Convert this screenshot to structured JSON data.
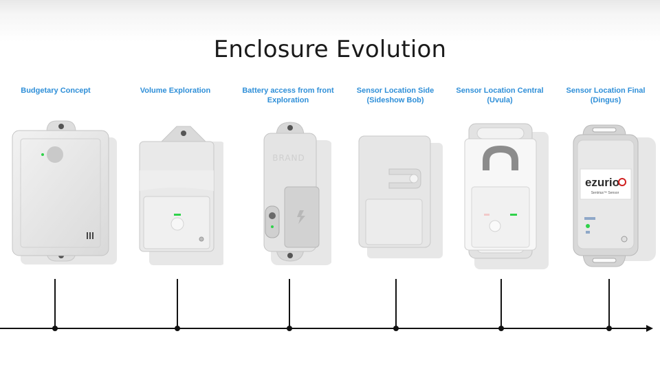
{
  "slide": {
    "title": "Enclosure Evolution"
  },
  "stages": [
    {
      "line1": "Budgetary Concept",
      "line2": ""
    },
    {
      "line1": "Volume Exploration",
      "line2": ""
    },
    {
      "line1": "Battery access from front",
      "line2": "Exploration"
    },
    {
      "line1": "Sensor Location Side",
      "line2": "(Sideshow Bob)"
    },
    {
      "line1": "Sensor Location Central",
      "line2": "(Uvula)"
    },
    {
      "line1": "Sensor Location Final",
      "line2": "(Dingus)"
    }
  ],
  "devices": {
    "brand_text": "BRAND",
    "final_logo": "ezurio",
    "final_sub": "Sentrius™ Sensor"
  },
  "colors": {
    "label": "#2f8fd8",
    "led_green": "#2fd24a",
    "logo_red": "#d02020",
    "timeline": "#111111"
  }
}
